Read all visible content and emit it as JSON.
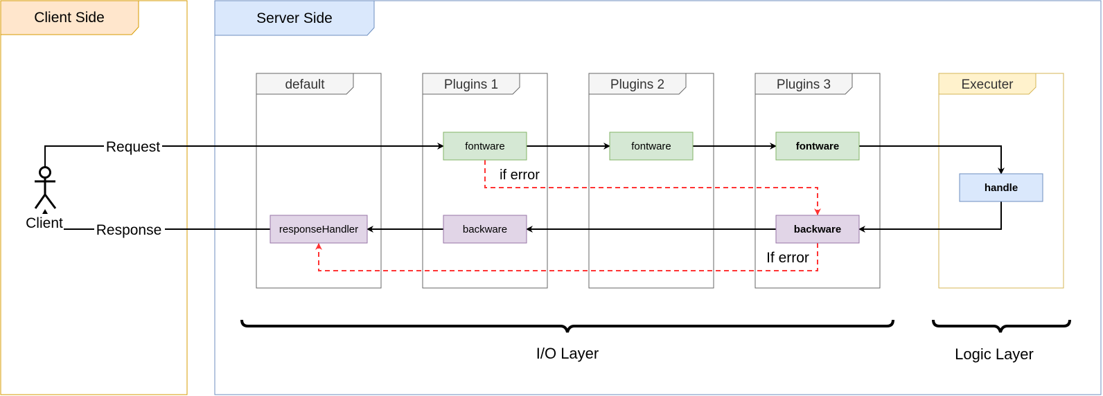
{
  "frames": {
    "client_side": {
      "title": "Client Side",
      "fill": "#ffe6cc",
      "stroke": "#d79b00"
    },
    "server_side": {
      "title": "Server Side",
      "fill": "#dae8fc",
      "stroke": "#6c8ebf"
    }
  },
  "groups": {
    "default": "default",
    "plugins1": "Plugins 1",
    "plugins2": "Plugins 2",
    "plugins3": "Plugins 3",
    "executer": "Executer"
  },
  "nodes": {
    "p1_fontware": "fontware",
    "p2_fontware": "fontware",
    "p3_fontware": "fontware",
    "handle": "handle",
    "p3_backware": "backware",
    "p1_backware": "backware",
    "response_handler": "responseHandler"
  },
  "actor": {
    "label": "Client"
  },
  "edge_labels": {
    "request": "Request",
    "response": "Response",
    "if_error_front": "if error",
    "if_error_back": "If error"
  },
  "layers": {
    "io": "I/O Layer",
    "logic": "Logic Layer"
  },
  "colors": {
    "front_fill": "#d5e8d4",
    "front_stroke": "#82b366",
    "back_fill": "#e1d5e7",
    "back_stroke": "#9673a6",
    "handle_fill": "#dae8fc",
    "handle_stroke": "#6c8ebf",
    "group_tab_fill": "#f5f5f5",
    "group_stroke": "#666666",
    "executer_fill": "#fff2cc",
    "executer_stroke": "#d6b656",
    "error_edge": "#ff3333"
  }
}
